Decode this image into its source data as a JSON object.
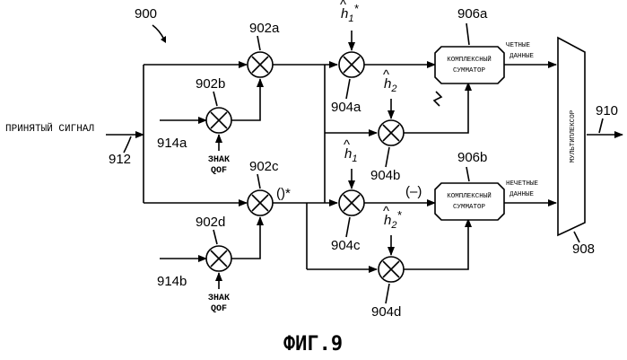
{
  "figure": {
    "caption": "ФИГ.9",
    "overall_ref": "900",
    "input": {
      "label": "ПРИНЯТЫЙ СИГНАЛ",
      "ref": "912"
    },
    "output_ref": "910",
    "multiplexer": {
      "label": "МУЛЬТИПЛЕКСОР",
      "ref": "908"
    },
    "adders": [
      {
        "ref": "906a",
        "title": "КОМПЛЕКСНЫЙ",
        "subtitle": "СУММАТОР",
        "output_label_1": "ЧЕТНЫЕ",
        "output_label_2": "ДАННЫЕ"
      },
      {
        "ref": "906b",
        "title": "КОМПЛЕКСНЫЙ",
        "subtitle": "СУММАТОР",
        "output_label_1": "НЕЧЕТНЫЕ",
        "output_label_2": "ДАННЫЕ"
      }
    ],
    "multipliers": {
      "m902a": "902a",
      "m902b": "902b",
      "m902c": "902c",
      "m902d": "902d",
      "m904a": "904a",
      "m904b": "904b",
      "m904c": "904c",
      "m904d": "904d"
    },
    "sign_inputs": [
      {
        "ref": "914a",
        "label1": "ЗНАК",
        "label2": "QOF"
      },
      {
        "ref": "914b",
        "label1": "ЗНАК",
        "label2": "QOF"
      }
    ],
    "coefficients": {
      "h1_conj": {
        "base": "h",
        "sub": "1",
        "sup": "*"
      },
      "h2": {
        "base": "h",
        "sub": "2",
        "sup": ""
      },
      "h1": {
        "base": "h",
        "sub": "1",
        "sup": ""
      },
      "h2_conj": {
        "base": "h",
        "sub": "2",
        "sup": "*"
      }
    },
    "conjugate_marker": "()*",
    "negate_marker": "(–)"
  }
}
